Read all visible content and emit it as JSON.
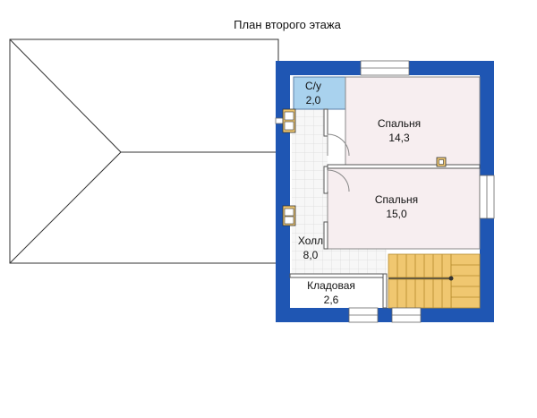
{
  "title": "План второго этажа",
  "rooms": [
    {
      "name": "С/у",
      "area": "2,0"
    },
    {
      "name": "Спальня",
      "area": "14,3"
    },
    {
      "name": "Спальня",
      "area": "15,0"
    },
    {
      "name": "Холл",
      "area": "8,0"
    },
    {
      "name": "Кладовая",
      "area": "2,6"
    }
  ],
  "colors": {
    "wall": "#1f56b3",
    "bedroom": "#f7eef0",
    "bathroom": "#a9d2ee",
    "hall_tile": "#f2f2f2",
    "stairs": "#f0c770",
    "roof_line": "#333333"
  }
}
